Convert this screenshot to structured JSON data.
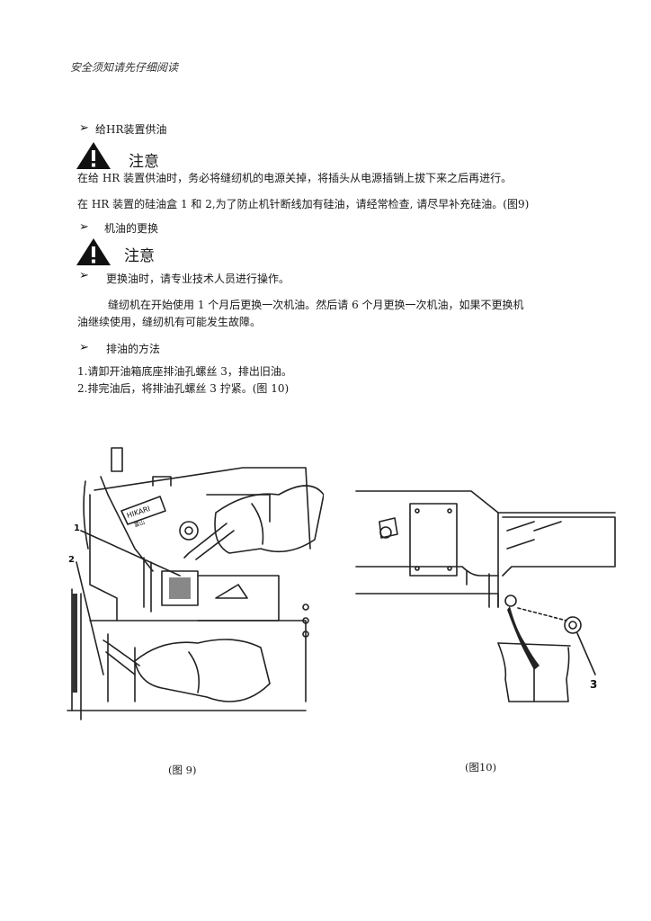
{
  "header": "安全须知请先仔细阅读",
  "section_oil_supply": {
    "title": "给HR装置供油",
    "warning_label": "注意",
    "warning_text": "在给 HR 装置供油时，务必将缝纫机的电源关掉，将插头从电源插销上拔下来之后再进行。",
    "body": "在 HR 装置的硅油盒 1 和 2,为了防止机针断线加有硅油，请经常检查, 请尽早补充硅油。(图9)"
  },
  "section_oil_change": {
    "title": "机油的更换",
    "warning_label": "注意",
    "bullet_text": "更换油时，请专业技术人员进行操作。",
    "body_line1": "缝纫机在开始使用 1 个月后更换一次机油。然后请 6 个月更换一次机油，如果不更换机",
    "body_line2": "油继续使用，缝纫机有可能发生故障。"
  },
  "section_drain": {
    "title": "排油的方法",
    "step1": "1.请卸开油箱底座排油孔螺丝 3，排出旧油。",
    "step2": "2.排完油后，将排油孔螺丝 3 拧紧。(图 10)"
  },
  "figure9": {
    "caption": "(图 9)",
    "callout1": "1",
    "callout2": "2",
    "brand_logo": "HIKARI",
    "brand_sub": "富山"
  },
  "figure10": {
    "caption": "(图10)",
    "callout3": "3"
  },
  "icons": {
    "warning": "warning-triangle-icon",
    "bullet": "arrow-bullet-icon"
  }
}
